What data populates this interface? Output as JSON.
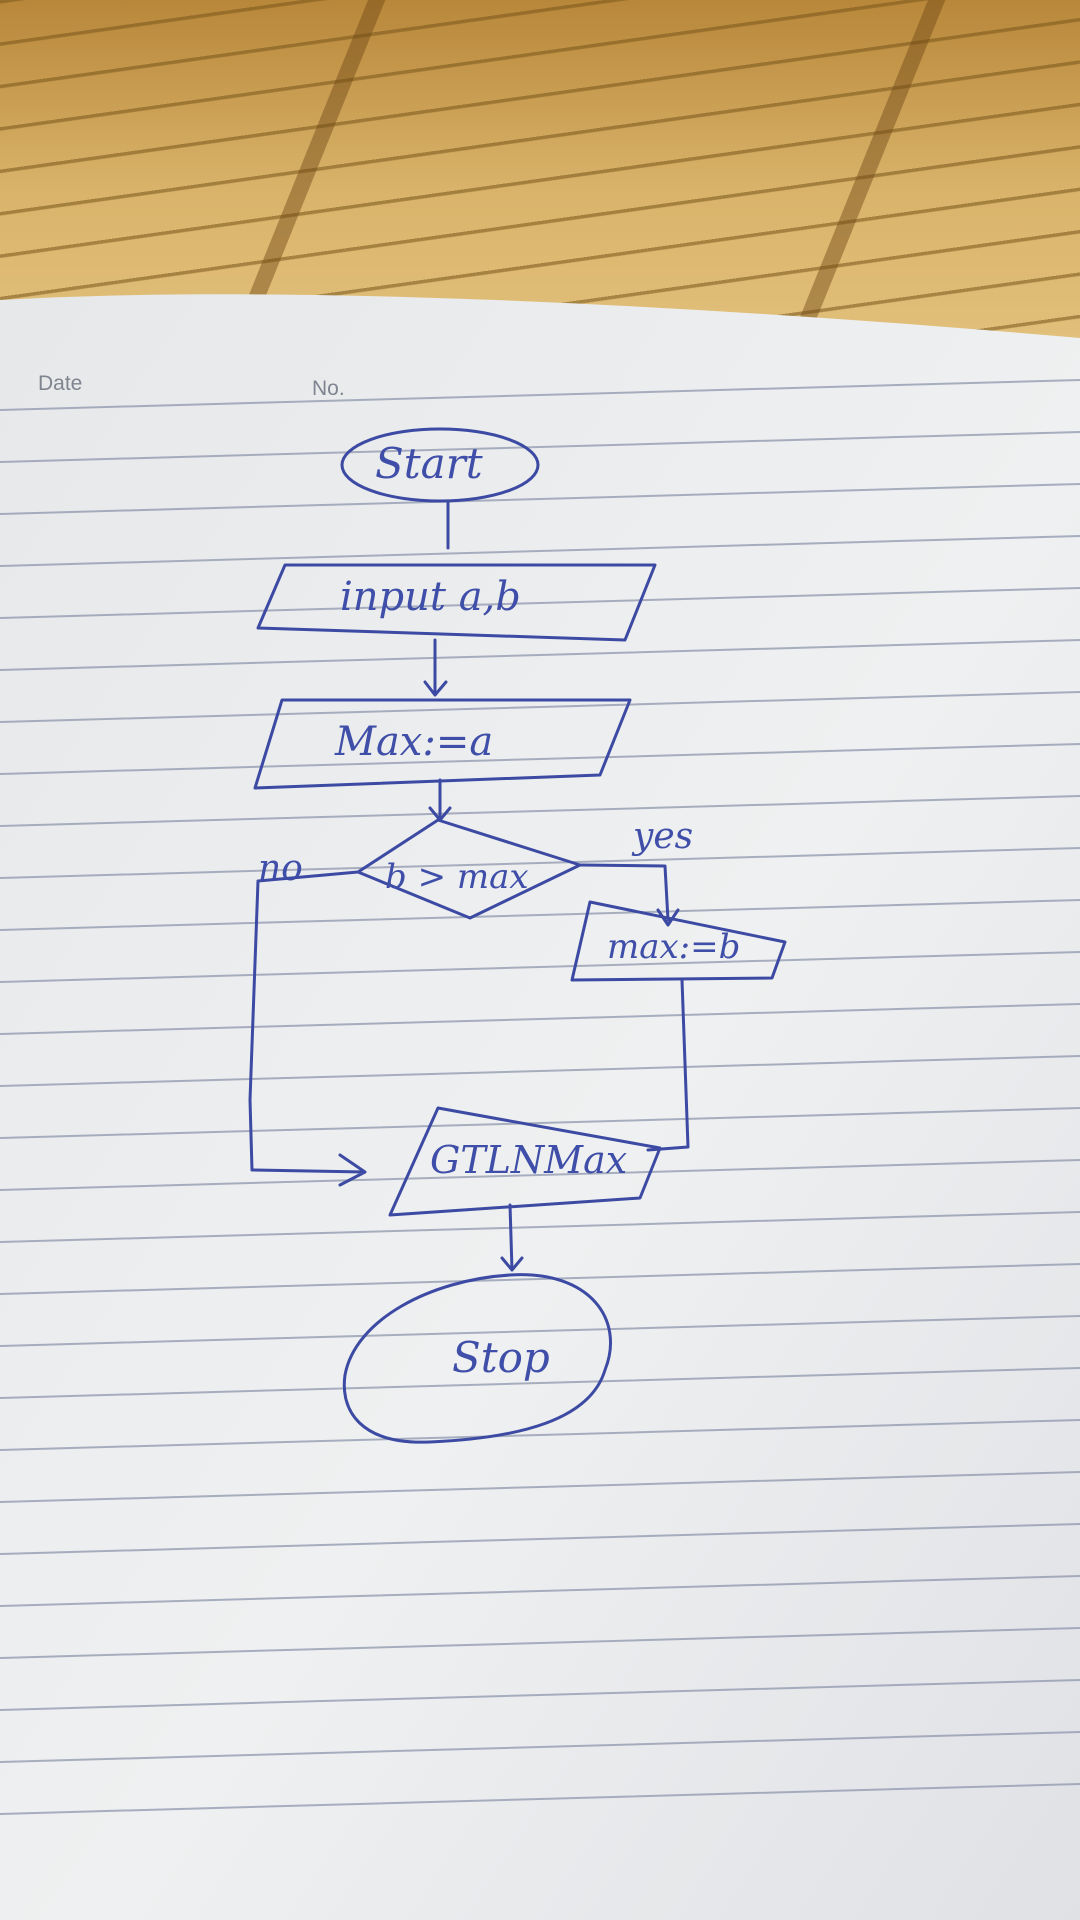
{
  "notebook": {
    "date_label": "Date",
    "number_label": "No."
  },
  "flowchart": {
    "start_label": "Start",
    "input_label": "input a,b",
    "assign_label": "Max:=a",
    "decision_label": "b > max",
    "no_label": "no",
    "yes_label": "yes",
    "update_label": "max:=b",
    "output_label": "GTLNMax",
    "stop_label": "Stop"
  },
  "colors": {
    "ink": "#3c4aa3",
    "paper": "#eceef0",
    "rule_line": "#8f97ad",
    "mat": "#d9b36a"
  }
}
